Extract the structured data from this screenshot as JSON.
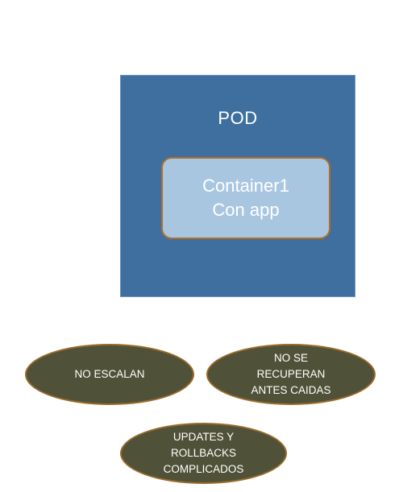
{
  "pod": {
    "title": "POD",
    "container": {
      "line1": "Container1",
      "line2": "Con app"
    }
  },
  "issues": [
    {
      "lines": [
        "NO ESCALAN"
      ]
    },
    {
      "lines": [
        "NO SE",
        "RECUPERAN",
        "ANTES CAIDAS"
      ]
    },
    {
      "lines": [
        "UPDATES Y",
        "ROLLBACKS",
        "COMPLICADOS"
      ]
    }
  ],
  "colors": {
    "pod_fill": "#3e6f9e",
    "container_fill": "#a9c6e1",
    "container_border": "#b06d2a",
    "issue_fill": "#4f5238",
    "issue_border": "#9a6a2a"
  }
}
